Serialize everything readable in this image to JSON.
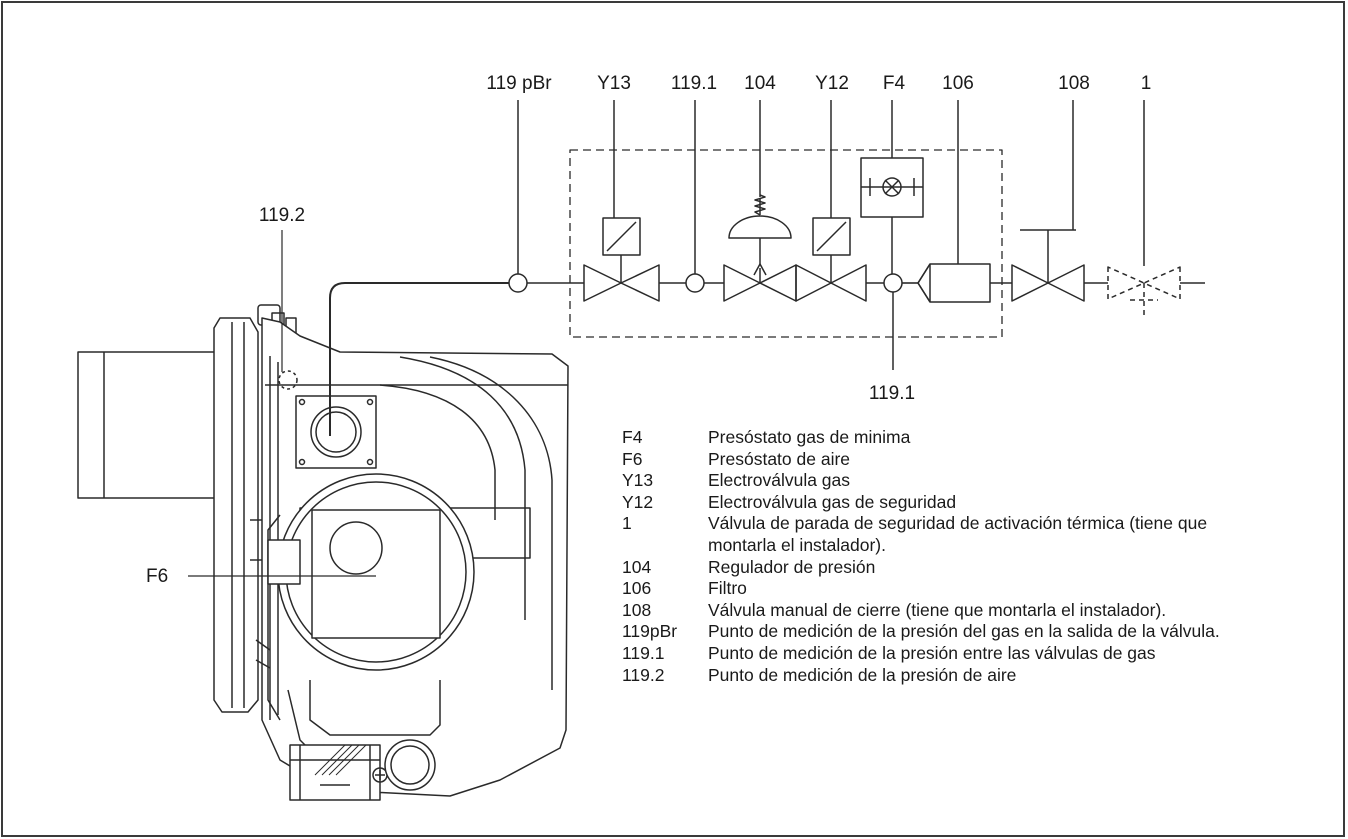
{
  "labels": {
    "top": [
      "119 pBr",
      "Y13",
      "119.1",
      "104",
      "Y12",
      "F4",
      "106",
      "108",
      "1"
    ],
    "lower_119_1": "119.1",
    "left_119_2": "119.2",
    "left_f6": "F6"
  },
  "legend": [
    {
      "code": "F4",
      "text": "Presóstato gas de minima"
    },
    {
      "code": "F6",
      "text": "Presóstato de aire"
    },
    {
      "code": "Y13",
      "text": "Electroválvula gas"
    },
    {
      "code": "Y12",
      "text": "Electroválvula gas de seguridad"
    },
    {
      "code": "1",
      "text": "Válvula de parada de seguridad de activación térmica (tiene que montarla el instalador)."
    },
    {
      "code": "104",
      "text": "Regulador de presión"
    },
    {
      "code": "106",
      "text": "Filtro"
    },
    {
      "code": "108",
      "text": "Válvula manual de cierre (tiene que montarla el instalador)."
    },
    {
      "code": "119pBr",
      "text": "Punto de medición de la presión del gas en la salida de la válvula."
    },
    {
      "code": "119.1",
      "text": "Punto de medición de la presión entre las válvulas de gas"
    },
    {
      "code": "119.2",
      "text": "Punto de medición de la presión de aire"
    }
  ]
}
